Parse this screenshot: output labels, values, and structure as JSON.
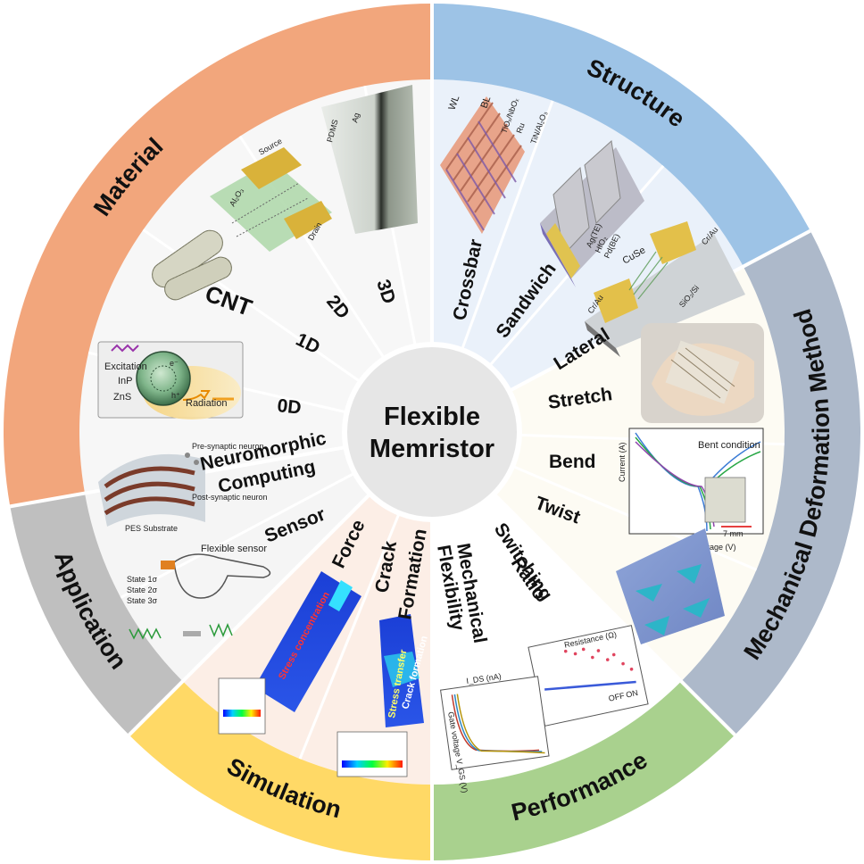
{
  "center": {
    "line1": "Flexible",
    "line2": "Memristor"
  },
  "categories": {
    "material": "Material",
    "structure": "Structure",
    "mechanical": "Mechanical Deformation Method",
    "performance": "Performance",
    "simulation": "Simulation",
    "application": "Application"
  },
  "material_items": {
    "d3": "3D",
    "d2": "2D",
    "d1": "1D",
    "cnt": "CNT",
    "d0": "0D"
  },
  "structure_items": {
    "crossbar": "Crossbar",
    "sandwich": "Sandwich",
    "lateral": "Lateral"
  },
  "mechanical_items": {
    "stretch": "Stretch",
    "bend": "Bend",
    "twist": "Twist"
  },
  "performance_items": {
    "switching1": "Switching",
    "switching2": "Ratio",
    "mech1": "Mechanical",
    "mech2": "Flexibility"
  },
  "simulation_items": {
    "force": "Force",
    "crack1": "Crack",
    "crack2": "Formation"
  },
  "application_items": {
    "neuro1": "Neuromorphic",
    "neuro2": "Computing",
    "sensor": "Sensor"
  },
  "figure_text": {
    "excitation": "Excitation",
    "inp": "InP",
    "zns": "ZnS",
    "radiation": "Radiation",
    "electron": "e⁻",
    "hole": "h⁺",
    "wl": "WL",
    "bl": "BL",
    "tio": "TiOₓ/NbOₓ",
    "ru": "Ru",
    "tin": "TiN/Al₂O₃",
    "agte": "Ag(TE)",
    "hfo": "HfO₂",
    "pdbe": "Pd(BE)",
    "cuse": "CuSe",
    "crau1": "Cr/Au",
    "crau2": "Cr/Au",
    "sio": "SiO₂/Si",
    "pdms": "PDMS",
    "ag": "Ag",
    "source": "Source",
    "drain": "Drain",
    "al2o3": "Al₂O₃",
    "bent": "Bent condition",
    "bias": "Bias Voltage (V)",
    "current": "Current (A)",
    "sevenmm": "7 mm",
    "resistance": "Resistance (Ω)",
    "gate": "Gate voltage V_GS (V)",
    "ids": "I_DS (nA)",
    "flexsensor": "Flexible sensor",
    "state1": "State 1σ",
    "state2": "State 2σ",
    "state3": "State 3σ",
    "presyn": "Pre-synaptic neuron",
    "postsyn": "Post-synaptic neuron",
    "pes": "PES Substrate",
    "stress_conc": "Stress concentration",
    "stress_transfer": "Stress transfer",
    "crack_formation": "Crack formation",
    "off": "OFF",
    "on": "ON"
  },
  "colors": {
    "material": "#F2A67C",
    "structure": "#9DC3E6",
    "mechanical": "#ADB9CA",
    "performance": "#A9D18E",
    "simulation": "#FFD966",
    "application": "#BFBFBF",
    "material_bg": "#F7F7F7",
    "structure_bg": "#EAF1FA",
    "mechanical_bg": "#FDFBF3",
    "performance_bg": "#FFFFFF",
    "simulation_bg": "#FCEEE6",
    "application_bg": "#F5F5F5",
    "center": "#E6E6E6"
  }
}
